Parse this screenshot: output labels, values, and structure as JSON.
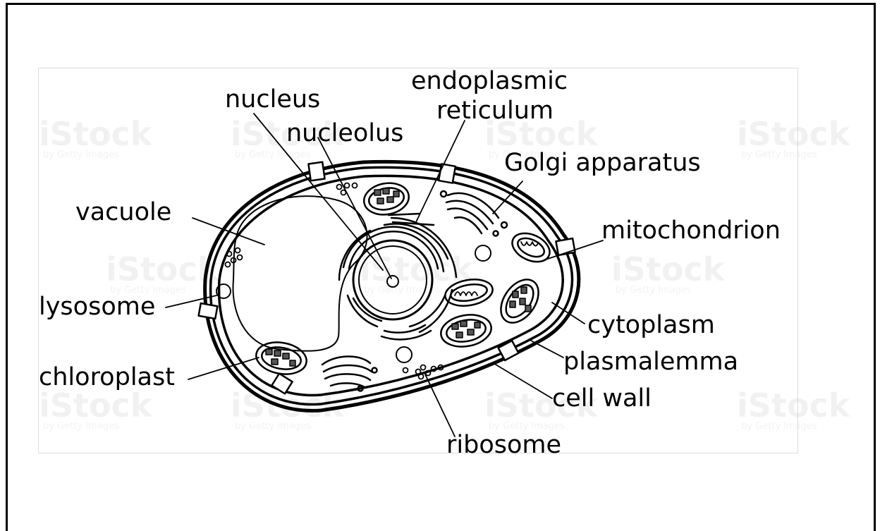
{
  "watermark": {
    "brand": "iStock",
    "credit": "by Getty Images"
  },
  "labels": {
    "nucleus": "nucleus",
    "endoplasmic_1": "endoplasmic",
    "endoplasmic_2": "reticulum",
    "nucleolus": "nucleolus",
    "golgi": "Golgi  apparatus",
    "vacuole": "vacuole",
    "mitochondrion": "mitochondrion",
    "lysosome": "lysosome",
    "cytoplasm": "cytoplasm",
    "plasmalemma": "plasmalemma",
    "chloroplast": "chloroplast",
    "cell_wall": "cell wall",
    "ribosome": "ribosome"
  }
}
